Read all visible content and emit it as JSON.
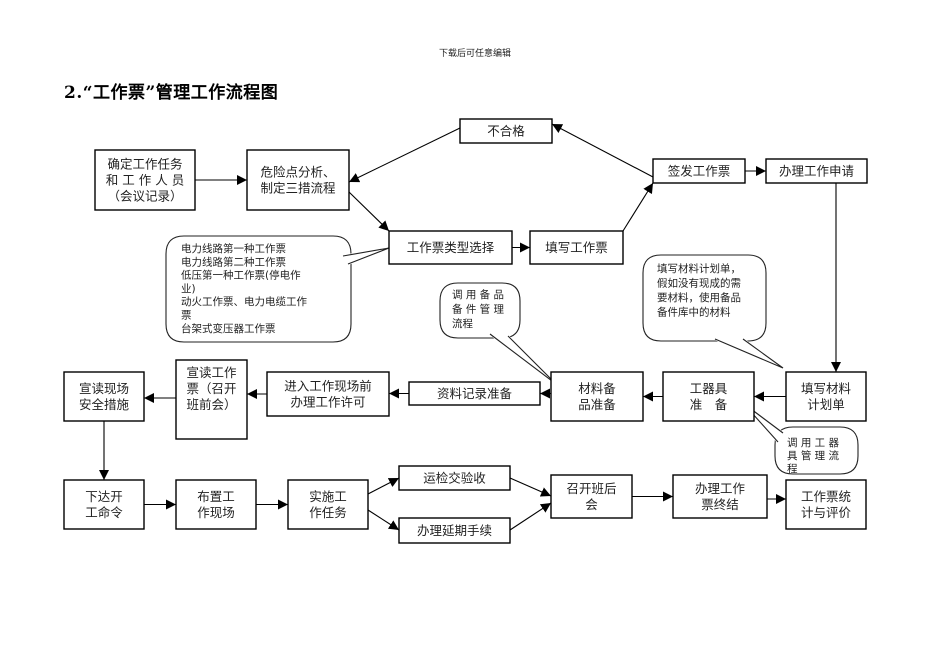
{
  "header_note": "下载后可任意编辑",
  "title": "2.“工作票”管理工作流程图",
  "nodes": [
    {
      "id": "n1",
      "lines": [
        "确定工作任务",
        "和 工 作 人 员",
        "（会议记录）"
      ]
    },
    {
      "id": "n2",
      "lines": [
        "危险点分析、",
        "制定三措流程"
      ]
    },
    {
      "id": "n3",
      "lines": [
        "不合格"
      ]
    },
    {
      "id": "n4",
      "lines": [
        "签发工作票"
      ]
    },
    {
      "id": "n5",
      "lines": [
        "办理工作申请"
      ]
    },
    {
      "id": "n6",
      "lines": [
        "工作票类型选择"
      ]
    },
    {
      "id": "n7",
      "lines": [
        "填写工作票"
      ]
    },
    {
      "id": "n8",
      "lines": [
        "填写材料",
        "计划单"
      ]
    },
    {
      "id": "n9",
      "lines": [
        "工器具",
        "准　备"
      ]
    },
    {
      "id": "n10",
      "lines": [
        "材料备",
        "品准备"
      ]
    },
    {
      "id": "n11",
      "lines": [
        "资料记录准备"
      ]
    },
    {
      "id": "n12",
      "lines": [
        "进入工作现场前",
        "办理工作许可"
      ]
    },
    {
      "id": "n13",
      "lines": [
        "宣读工作",
        "票（召开",
        "班前会）"
      ]
    },
    {
      "id": "n14",
      "lines": [
        "宣读现场",
        "安全措施"
      ]
    },
    {
      "id": "n15",
      "lines": [
        "下达开",
        "工命令"
      ]
    },
    {
      "id": "n16",
      "lines": [
        "布置工",
        "作现场"
      ]
    },
    {
      "id": "n17",
      "lines": [
        "实施工",
        "作任务"
      ]
    },
    {
      "id": "n18",
      "lines": [
        "运检交验收"
      ]
    },
    {
      "id": "n19",
      "lines": [
        "办理延期手续"
      ]
    },
    {
      "id": "n20",
      "lines": [
        "召开班后",
        "会"
      ]
    },
    {
      "id": "n21",
      "lines": [
        "办理工作",
        "票终结"
      ]
    },
    {
      "id": "n22",
      "lines": [
        "工作票统",
        "计与评价"
      ]
    }
  ],
  "callouts": [
    {
      "id": "c1",
      "lines": [
        "电力线路第一种工作票",
        "电力线路第二种工作票",
        "低压第一种工作票(停电作",
        "业)",
        "动火工作票、电力电缆工作",
        "票",
        "台架式变压器工作票"
      ]
    },
    {
      "id": "c2",
      "lines": [
        "调 用 备 品",
        "备 件 管 理",
        "流程"
      ]
    },
    {
      "id": "c3",
      "lines": [
        "填写材料计划单，",
        "假如没有现成的需",
        "要材料，使用备品",
        "备件库中的材料"
      ]
    },
    {
      "id": "c4",
      "lines": [
        "调 用 工 器",
        "具 管 理 流",
        "程"
      ]
    }
  ],
  "edges": [
    {
      "from": "n1",
      "to": "n2"
    },
    {
      "from": "n2",
      "to": "n6"
    },
    {
      "from": "n6",
      "to": "n7"
    },
    {
      "from": "n7",
      "to": "n4"
    },
    {
      "from": "n4",
      "to": "n3"
    },
    {
      "from": "n3",
      "to": "n2"
    },
    {
      "from": "n4",
      "to": "n5"
    },
    {
      "from": "n5",
      "to": "n8"
    },
    {
      "from": "n8",
      "to": "n9"
    },
    {
      "from": "n9",
      "to": "n10"
    },
    {
      "from": "n10",
      "to": "n11"
    },
    {
      "from": "n11",
      "to": "n12"
    },
    {
      "from": "n12",
      "to": "n13"
    },
    {
      "from": "n13",
      "to": "n14"
    },
    {
      "from": "n14",
      "to": "n15"
    },
    {
      "from": "n15",
      "to": "n16"
    },
    {
      "from": "n16",
      "to": "n17"
    },
    {
      "from": "n17",
      "to": "n18"
    },
    {
      "from": "n17",
      "to": "n19"
    },
    {
      "from": "n18",
      "to": "n20"
    },
    {
      "from": "n19",
      "to": "n20"
    },
    {
      "from": "n20",
      "to": "n21"
    },
    {
      "from": "n21",
      "to": "n22"
    }
  ]
}
